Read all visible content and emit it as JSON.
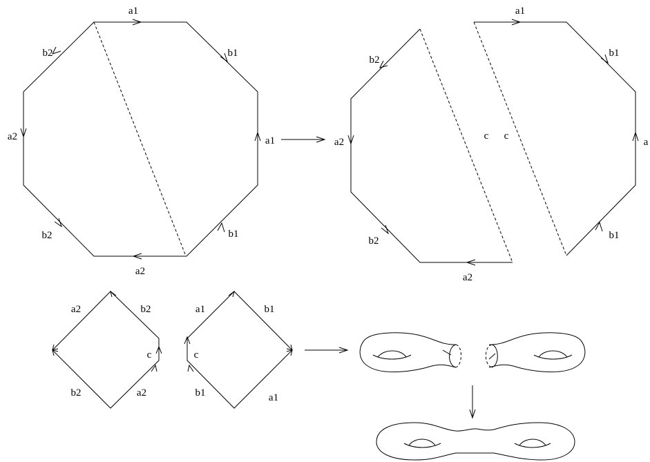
{
  "octagon": {
    "top": "a1",
    "upper_right": "b1",
    "right": "a1",
    "lower_right": "b1",
    "bottom": "a2",
    "lower_left": "b2",
    "left": "a2",
    "upper_left": "b2"
  },
  "cut_pieces": {
    "left": {
      "upper_left": "b2",
      "left": "a2",
      "lower_left": "b2",
      "bottom": "a2",
      "cut": "c"
    },
    "right": {
      "cut": "c",
      "top": "a1",
      "upper_right": "b1",
      "right": "a",
      "lower_right": "b1"
    }
  },
  "squares": {
    "left": {
      "upper_left": "a2",
      "upper_right": "b2",
      "right": "c",
      "lower_left": "b2",
      "lower_right": "a2"
    },
    "right": {
      "upper_left": "a1",
      "upper_right": "b1",
      "left": "c",
      "lower_left": "b1",
      "lower_right": "a1"
    }
  }
}
